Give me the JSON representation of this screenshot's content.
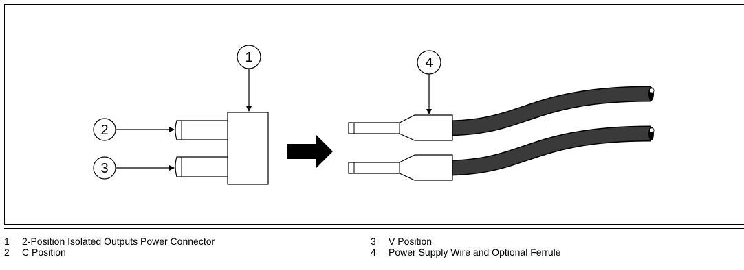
{
  "callouts": [
    {
      "number": "1",
      "description": "2-Position Isolated Outputs Power Connector"
    },
    {
      "number": "2",
      "description": "C Position"
    },
    {
      "number": "3",
      "description": "V Position"
    },
    {
      "number": "4",
      "description": "Power Supply Wire and Optional Ferrule"
    }
  ],
  "colors": {
    "line": "#000000",
    "wire": "#3a3a3a",
    "fill": "#ffffff"
  }
}
